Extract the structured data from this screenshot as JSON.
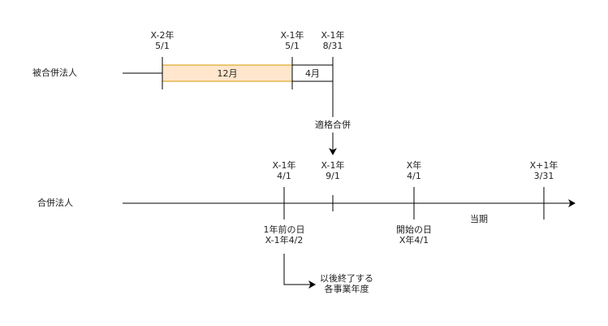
{
  "entities": {
    "merged_corporation": "被合併法人",
    "merging_corporation": "合併法人"
  },
  "top_dates": {
    "d1": [
      "X-2年",
      "5/1"
    ],
    "d2": [
      "X-1年",
      "5/1"
    ],
    "d3": [
      "X-1年",
      "8/31"
    ]
  },
  "periods": {
    "twelve_months": "12月",
    "four_months": "4月"
  },
  "merger_label": "適格合併",
  "bottom_dates": {
    "d1": [
      "X-1年",
      "4/1"
    ],
    "d2": [
      "X-1年",
      "9/1"
    ],
    "d3": [
      "X年",
      "4/1"
    ],
    "d4": [
      "X+1年",
      "3/31"
    ]
  },
  "annotations": {
    "one_year_before": [
      "1年前の日",
      "X-1年4/2"
    ],
    "start_day": [
      "開始の日",
      "X年4/1"
    ],
    "current_period": "当期",
    "subsequent_years": [
      "以後終了する",
      "各事業年度"
    ]
  },
  "colors": {
    "period_fill": "#ffe6cc",
    "period_stroke": "#d79b00",
    "line": "#000000"
  }
}
